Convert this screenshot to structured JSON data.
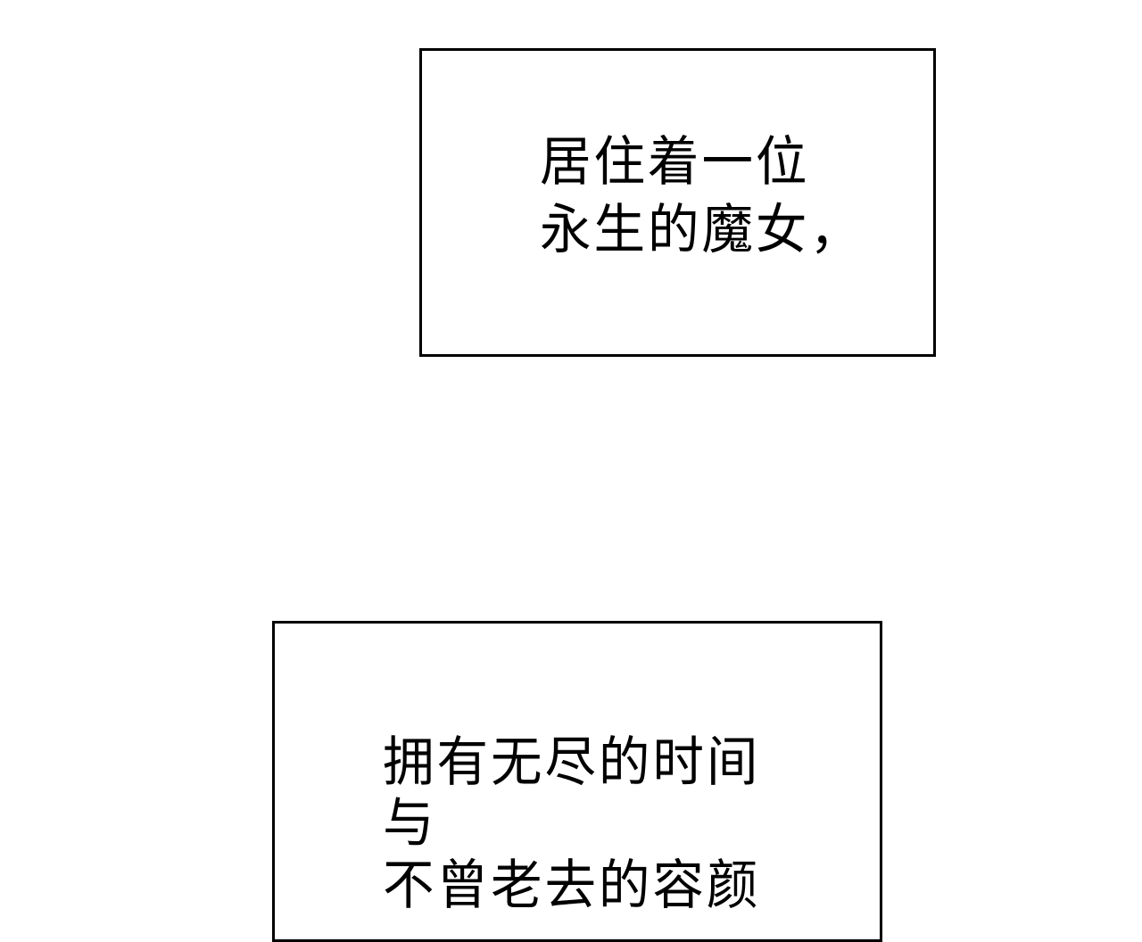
{
  "panel_1": {
    "lines": [
      "居住着一位",
      "永生的魔女，"
    ]
  },
  "panel_2": {
    "lines": [
      "拥有无尽的时间",
      "与",
      "不曾老去的容颜"
    ]
  },
  "colors": {
    "background": "#ffffff",
    "border": "#000000",
    "text": "#000000"
  }
}
